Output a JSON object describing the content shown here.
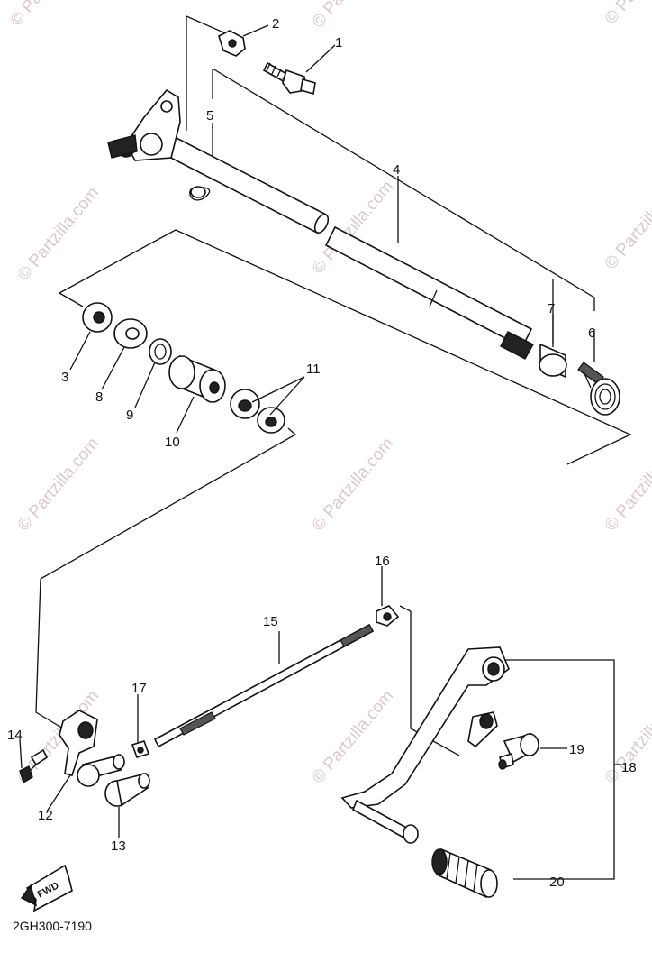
{
  "diagram": {
    "drawing_code": "2GH300-7190",
    "fwd_arrow_label": "FWD",
    "watermark_text": "© Partzilla.com",
    "callouts": [
      "1",
      "2",
      "3",
      "4",
      "5",
      "6",
      "7",
      "8",
      "9",
      "10",
      "11",
      "12",
      "13",
      "14",
      "15",
      "16",
      "17",
      "18",
      "19",
      "20"
    ],
    "colors": {
      "ink": "#111111",
      "watermark": "#d9c9c9",
      "background": "#ffffff"
    }
  }
}
